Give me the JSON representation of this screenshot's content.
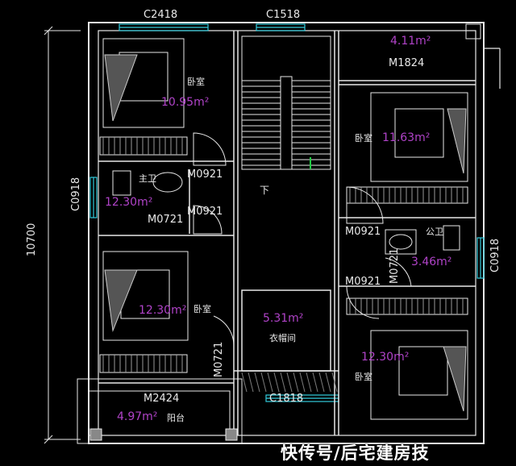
{
  "dimension": {
    "overall": "10700"
  },
  "windows": {
    "c2418": "C2418",
    "c1518": "C1518",
    "c0918_left": "C0918",
    "c0918_right": "C0918",
    "c1818": "C1818"
  },
  "doors": {
    "m1824": "M1824",
    "m0921_a": "M0921",
    "m0921_b": "M0921",
    "m0721_a": "M0721",
    "m0921_c": "M0921",
    "m0721_b": "M0721",
    "m0921_d": "M0921",
    "m0721_c": "M0721",
    "m2424": "M2424"
  },
  "rooms": {
    "bedroom_nw": {
      "name": "卧室",
      "area": "10.95m²"
    },
    "bathroom_w": {
      "name": "主卫",
      "area": "12.30m²"
    },
    "bedroom_w": {
      "name": "卧室",
      "area": "12.30m²"
    },
    "terrace": {
      "area": "4.11m²"
    },
    "bedroom_ne": {
      "name": "卧室",
      "area": "11.63m²"
    },
    "bathroom_e": {
      "name": "公卫",
      "area": "3.46m²"
    },
    "closet": {
      "name": "衣帽间",
      "area": "5.31m²"
    },
    "bedroom_se": {
      "name": "卧室",
      "area": "12.30m²"
    },
    "balcony": {
      "name": "阳台",
      "area": "4.97m²"
    }
  },
  "stair": {
    "label": "下"
  },
  "watermark": {
    "text": "快传号/后宅建房技"
  },
  "colors": {
    "wall": "#e8e8e8",
    "area": "#b043c8",
    "cyan": "#33ccdd",
    "green": "#22cc44",
    "hatch": "#7a7a7a"
  }
}
